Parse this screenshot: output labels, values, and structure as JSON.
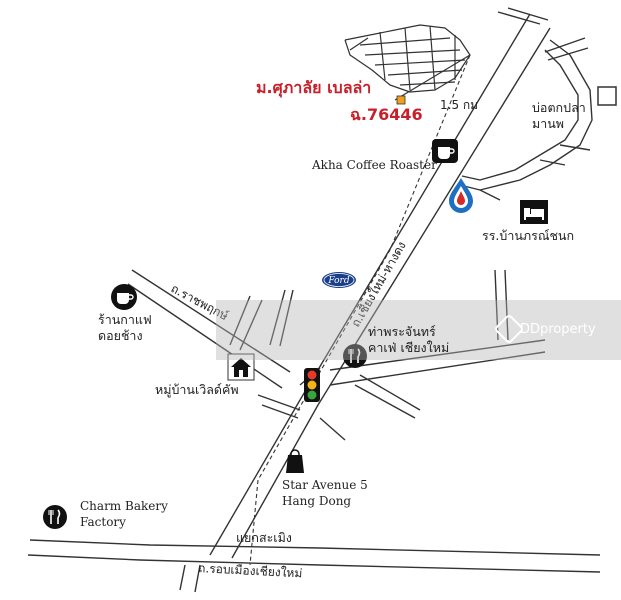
{
  "map": {
    "project_name": "ม.ศุภาลัย เบลล่า",
    "project_road": "ฉ.76446",
    "distance_note": "1.5 กม",
    "landmarks": {
      "pond": "บ่อตกปลา\nมานพ",
      "akha": "Akha Coffee Roaster",
      "hotel": "รร.บ้านภรณ์ชนก",
      "cafe_doi": "ร้านกาแฟ\nดอยช้าง",
      "village": "หมู่บ้านเวิลด์คัพ",
      "tha_phra": "ท่าพระจันทร์\nคาเฟ่ เชียงใหม่",
      "star_avenue": "Star Avenue 5\nHang Dong",
      "charm_bakery": "Charm Bakery\nFactory",
      "intersection": "แยกสะเมิง"
    },
    "roads": {
      "chiangmai_hangdong": "ถ.เชียงใหม่-หางดง",
      "ratchaphruek": "ถ.ราชพฤกษ์",
      "ring_road": "ถ.รอบเมืองเชียงใหม่"
    },
    "brands": {
      "ford": "Ford"
    },
    "watermark": "DDproperty",
    "colors": {
      "project_red": "#c8202a",
      "project_marker": "#f0a020",
      "road_line": "#333333",
      "drop_blue": "#1e6fc4",
      "drop_red": "#d42a2a",
      "ford_blue": "#1b3f8b"
    },
    "icons": [
      "coffee-cup-icon",
      "gas-station-drop-icon",
      "bed-icon",
      "house-icon",
      "traffic-light-icon",
      "cutlery-icon",
      "shopping-bag-icon",
      "ford-logo-icon",
      "square-marker-icon"
    ]
  }
}
